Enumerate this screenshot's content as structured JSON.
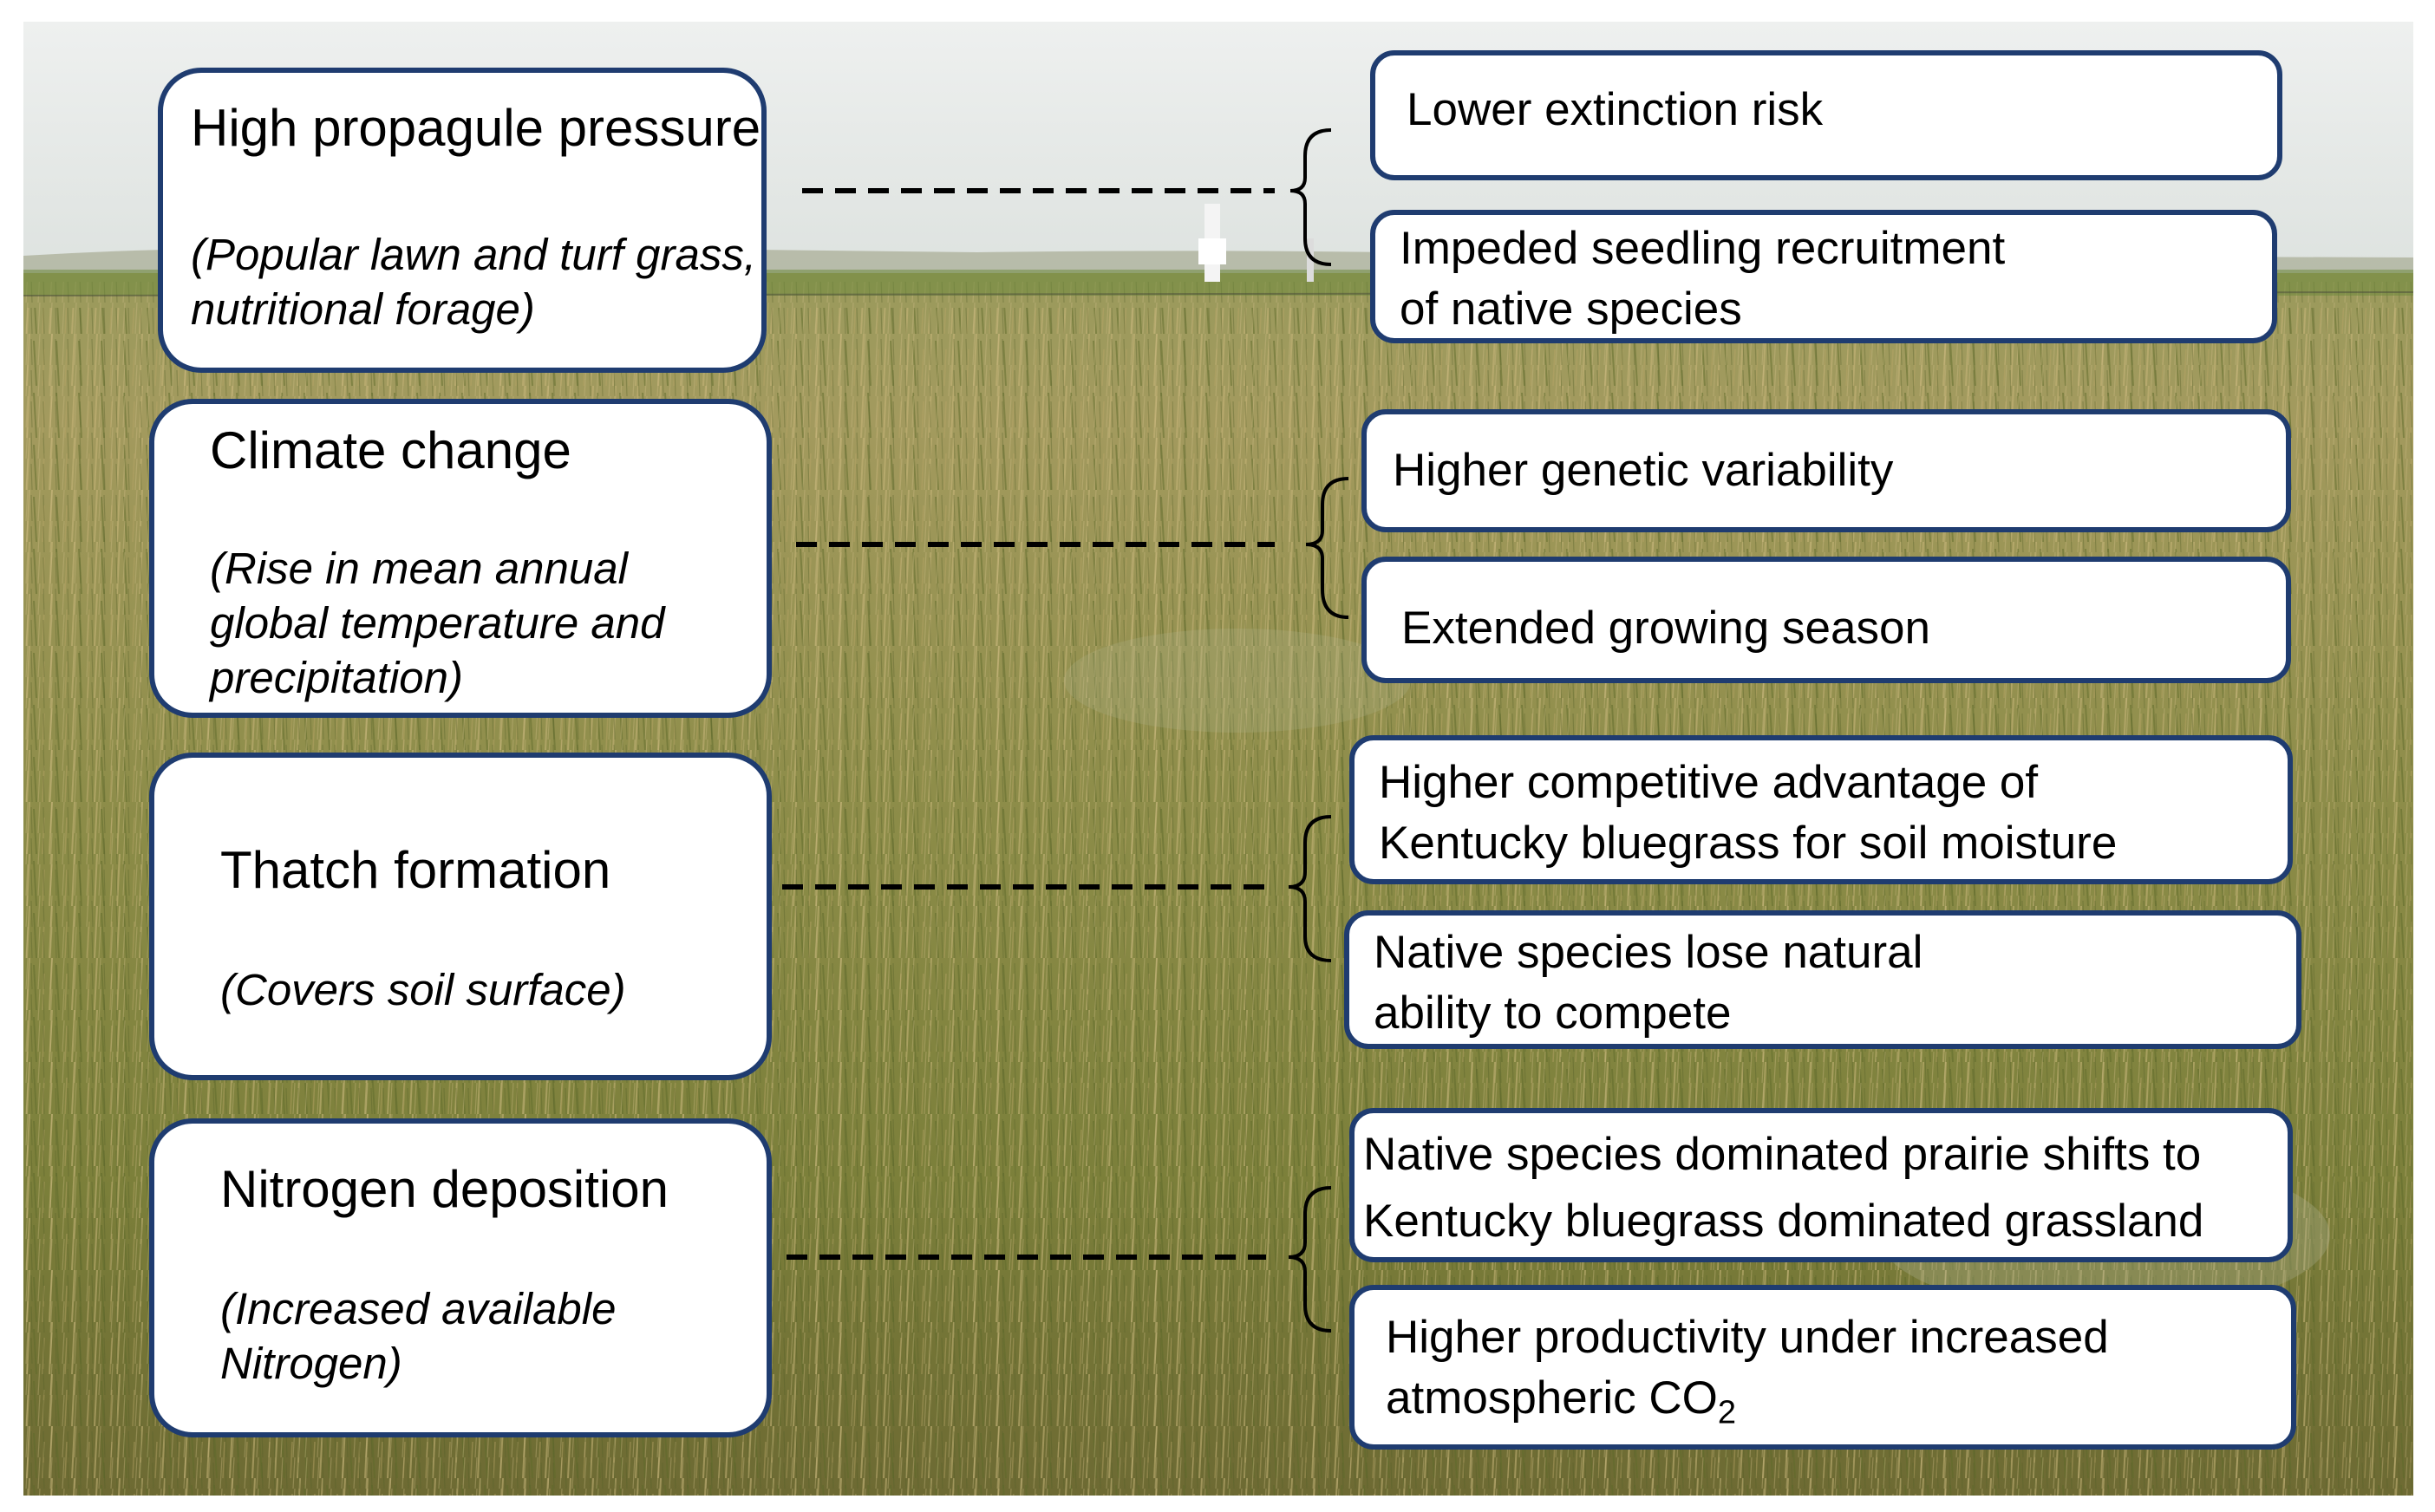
{
  "drivers": [
    {
      "title": "High propagule pressure",
      "subtitle_line1": "(Popular lawn and turf grass,",
      "subtitle_line2": "nutritional forage)"
    },
    {
      "title": "Climate change",
      "subtitle_line1": "(Rise in mean annual",
      "subtitle_line2": "global temperature and",
      "subtitle_line3": "precipitation)"
    },
    {
      "title": "Thatch formation",
      "subtitle_line1": "(Covers soil surface)"
    },
    {
      "title": "Nitrogen deposition",
      "subtitle_line1": "(Increased available",
      "subtitle_line2": "Nitrogen)"
    }
  ],
  "effects": [
    {
      "line1": "Lower extinction risk"
    },
    {
      "line1": "Impeded seedling recruitment",
      "line2": "of native species"
    },
    {
      "line1": "Higher genetic variability"
    },
    {
      "line1": "Extended growing season"
    },
    {
      "line1": "Higher competitive advantage of",
      "line2": "Kentucky bluegrass for soil moisture"
    },
    {
      "line1": "Native species lose natural",
      "line2": "ability to compete"
    },
    {
      "line1": "Native species dominated prairie shifts to",
      "line2": "Kentucky bluegrass dominated grassland"
    },
    {
      "line1": "Higher productivity under increased",
      "line2_prefix": "atmospheric CO",
      "line2_sub": "2"
    }
  ],
  "colors": {
    "box_border": "#1f3c70",
    "connector": "#000000",
    "sky": "#e8ebe8",
    "grass": "#8f8d4a"
  }
}
